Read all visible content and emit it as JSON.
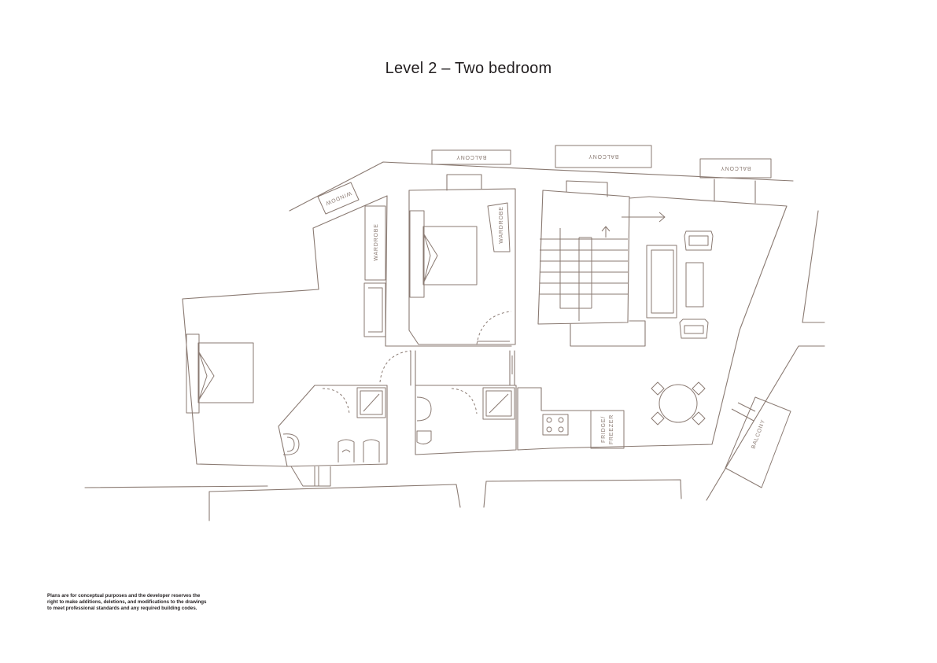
{
  "title": "Level 2 – Two bedroom",
  "labels": {
    "balcony": "BALCONY",
    "window": "WINDOW",
    "wardrobe": "WARDROBE",
    "fridge_line1": "FRIDGE/",
    "fridge_line2": "FREEZER"
  },
  "disclaimer": [
    "Plans are for conceptual purposes and the developer reserves the",
    "right to make additions, deletions, and modifications to the drawings",
    "to meet professional standards and any required building codes."
  ],
  "colors": {
    "line": "#8a7a72",
    "text": "#231f20",
    "background": "#ffffff"
  }
}
